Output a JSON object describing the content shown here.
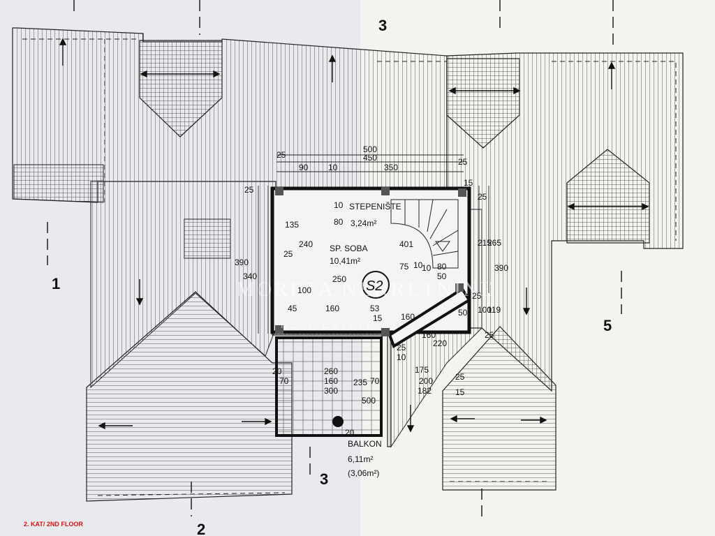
{
  "caption": "2. KAT/ 2ND FLOOR",
  "watermark": {
    "brand": "MORETA NEKRETNINE",
    "sub": "REAL ESTATE"
  },
  "axes": {
    "a1": "1",
    "a2": "2",
    "a3_top": "3",
    "a3_bottom": "3",
    "a5": "5"
  },
  "rooms": {
    "stair": {
      "name": "STEPENIŠTE",
      "area": "3,24m²"
    },
    "bedroom": {
      "name": "SP. SOBA",
      "area": "10,41m²",
      "tag": "S2"
    },
    "balcony": {
      "name": "BALKON",
      "area": "6,11m²",
      "area_alt": "(3,06m²)"
    }
  },
  "dimensions": {
    "top_total": "500",
    "top_inner": "450",
    "top_25a": "25",
    "top_90": "90",
    "top_10": "10",
    "top_350": "350",
    "top_25b": "25",
    "left_25": "25",
    "left_135": "135",
    "left_240": "240",
    "left_25b": "25",
    "left_390": "390",
    "left_340": "340",
    "left_100": "100",
    "in_10": "10",
    "in_80": "80",
    "in_250": "250",
    "in_45": "45",
    "in_160": "160",
    "in_53": "53",
    "in_75": "75",
    "in_401": "401",
    "in_10b": "10",
    "in_10c": "10",
    "in_80b": "80",
    "in_50": "50",
    "right_15": "15",
    "right_25": "25",
    "right_215": "215",
    "right_265": "265",
    "right_390": "390",
    "diag_160": "160",
    "diag_50": "50",
    "diag_25": "25",
    "diag_100": "100",
    "diag_119": "119",
    "diag_15": "15",
    "diag_160b": "160",
    "diag_220": "220",
    "diag_25b": "25",
    "b_20": "20",
    "b_70": "70",
    "b_260": "260",
    "b_160": "160",
    "b_300": "300",
    "b_235": "235",
    "b_70b": "70",
    "b_500": "500",
    "b_20b": "20",
    "b_25": "25",
    "b_10": "10",
    "b_175": "175",
    "b_200": "200",
    "b_182": "182",
    "b_25c": "25",
    "b_15": "15"
  }
}
